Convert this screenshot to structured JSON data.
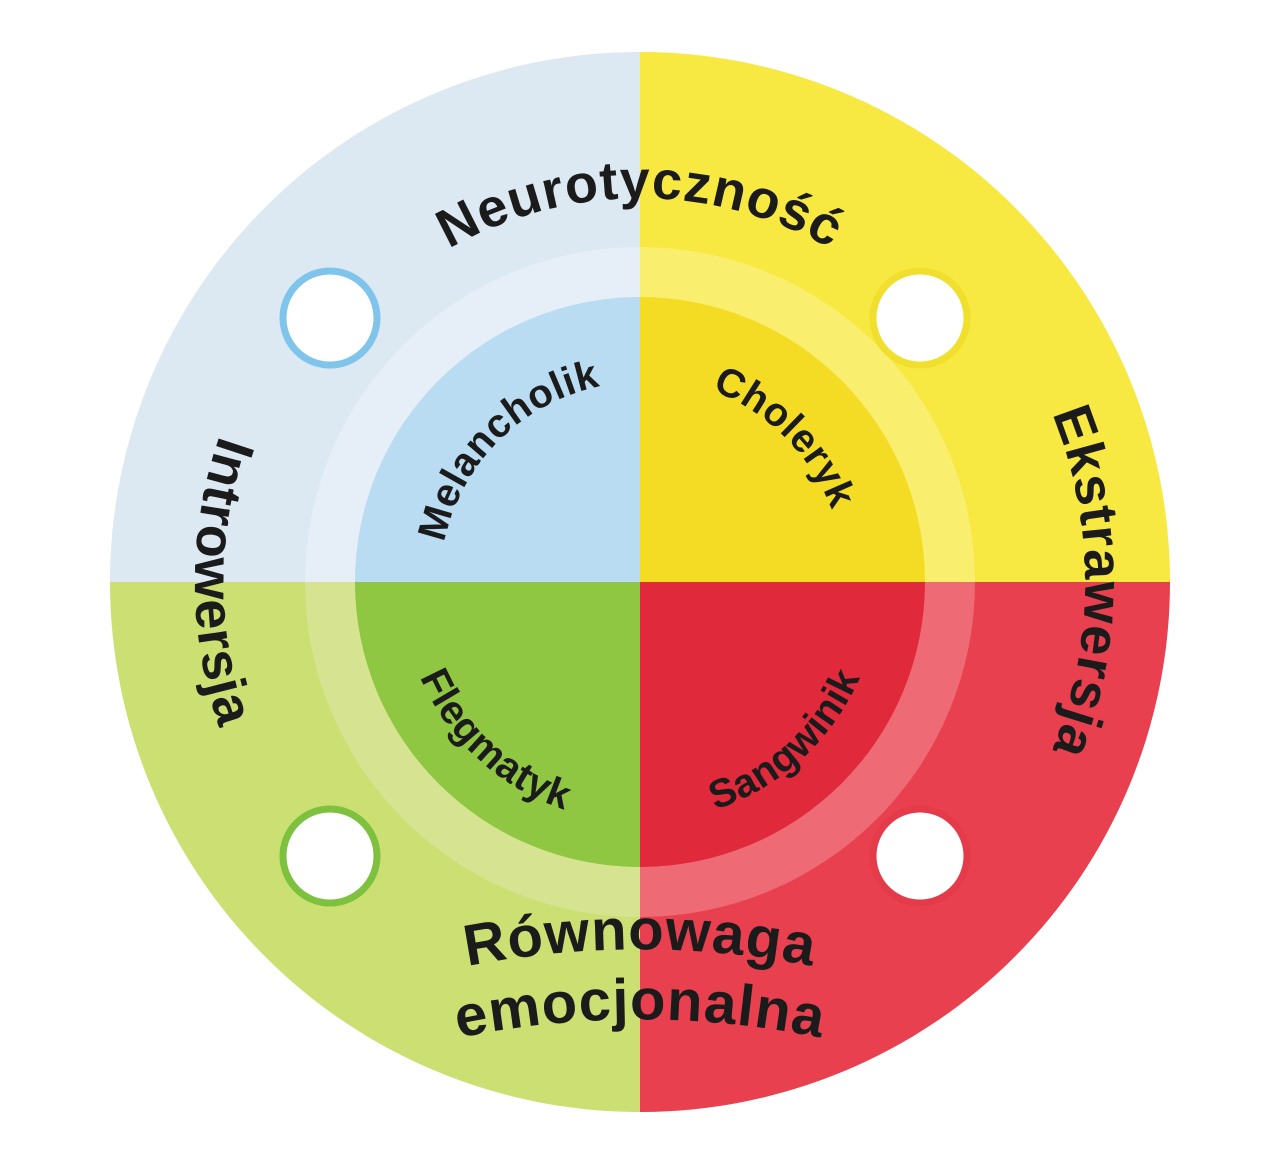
{
  "axis_labels": {
    "top": "Neurotyczność",
    "right": "Ekstrawersja",
    "bottom_line1": "Równowaga",
    "bottom_line2": "emocjonalna",
    "left": "Introwersja"
  },
  "temperaments": {
    "top_left": "Melancholik",
    "top_right": "Choleryk",
    "bottom_left": "Flegmatyk",
    "bottom_right": "Sangwinik"
  },
  "colors": {
    "background": "#ffffff",
    "text": "#1b1b1b",
    "outer": {
      "top_left": "#dce8f2",
      "top_right": "#f8e842",
      "bottom_left": "#cbdf73",
      "bottom_right": "#e8404f"
    },
    "halo": {
      "top_left": "#e6eff7",
      "top_right": "#faee6e",
      "bottom_left": "#d6e492",
      "bottom_right": "#ee6b75"
    },
    "inner": {
      "top_left": "#b9dcf2",
      "top_right": "#f4dc25",
      "bottom_left": "#8fc642",
      "bottom_right": "#e1293c"
    },
    "marker_rings": {
      "top_left": "#7fc4eb",
      "top_right": "#f1df2e",
      "bottom_left": "#7ec13f",
      "bottom_right": "#e43a49"
    },
    "marker_fill": "#ffffff"
  }
}
